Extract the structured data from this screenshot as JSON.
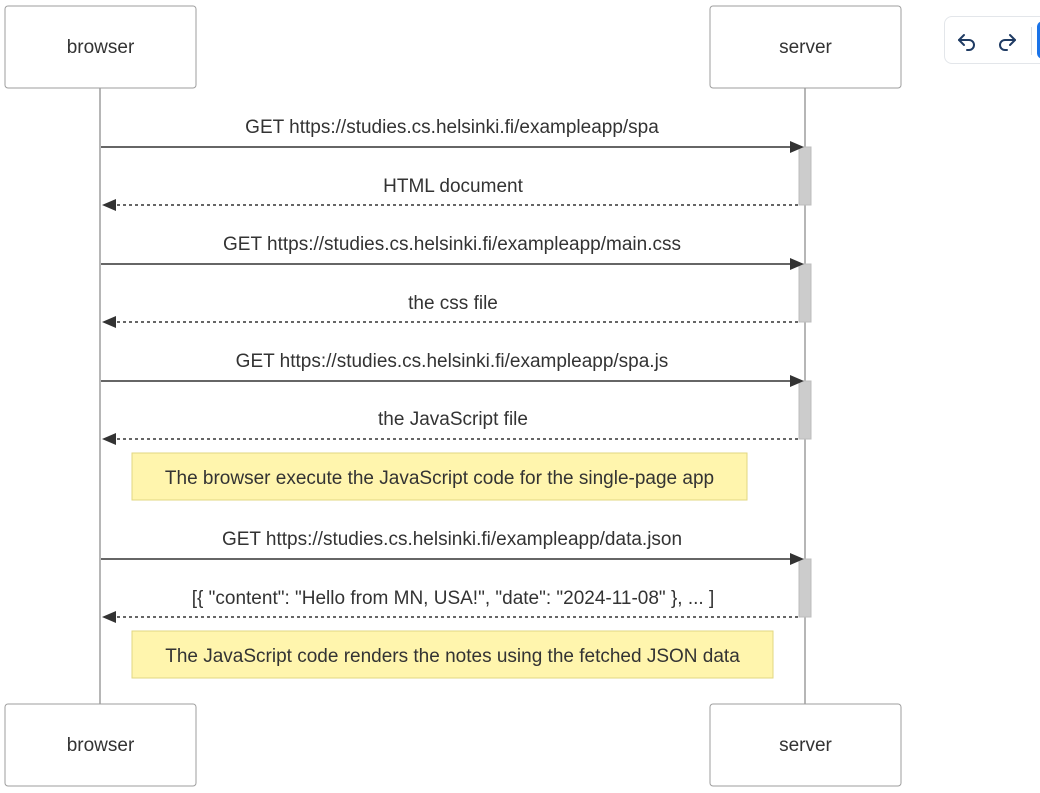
{
  "actors": {
    "browser": "browser",
    "server": "server"
  },
  "messages": [
    {
      "from": "browser",
      "to": "server",
      "style": "solid",
      "label": "GET https://studies.cs.helsinki.fi/exampleapp/spa"
    },
    {
      "from": "server",
      "to": "browser",
      "style": "dotted",
      "label": "HTML document"
    },
    {
      "from": "browser",
      "to": "server",
      "style": "solid",
      "label": "GET https://studies.cs.helsinki.fi/exampleapp/main.css"
    },
    {
      "from": "server",
      "to": "browser",
      "style": "dotted",
      "label": "the css file"
    },
    {
      "from": "browser",
      "to": "server",
      "style": "solid",
      "label": "GET https://studies.cs.helsinki.fi/exampleapp/spa.js"
    },
    {
      "from": "server",
      "to": "browser",
      "style": "dotted",
      "label": "the JavaScript file"
    },
    {
      "from": "browser",
      "to": "server",
      "style": "solid",
      "label": "GET https://studies.cs.helsinki.fi/exampleapp/data.json"
    },
    {
      "from": "server",
      "to": "browser",
      "style": "dotted",
      "label": "[{ \"content\": \"Hello from MN, USA!\", \"date\": \"2024-11-08\" }, ... ]"
    }
  ],
  "notes": [
    {
      "text": "The browser execute the JavaScript code for the single-page app"
    },
    {
      "text": "The JavaScript code renders the notes using the fetched JSON data"
    }
  ],
  "toolbar": {
    "undo_icon": "undo-icon",
    "redo_icon": "redo-icon",
    "accent": "#1a73e8"
  }
}
